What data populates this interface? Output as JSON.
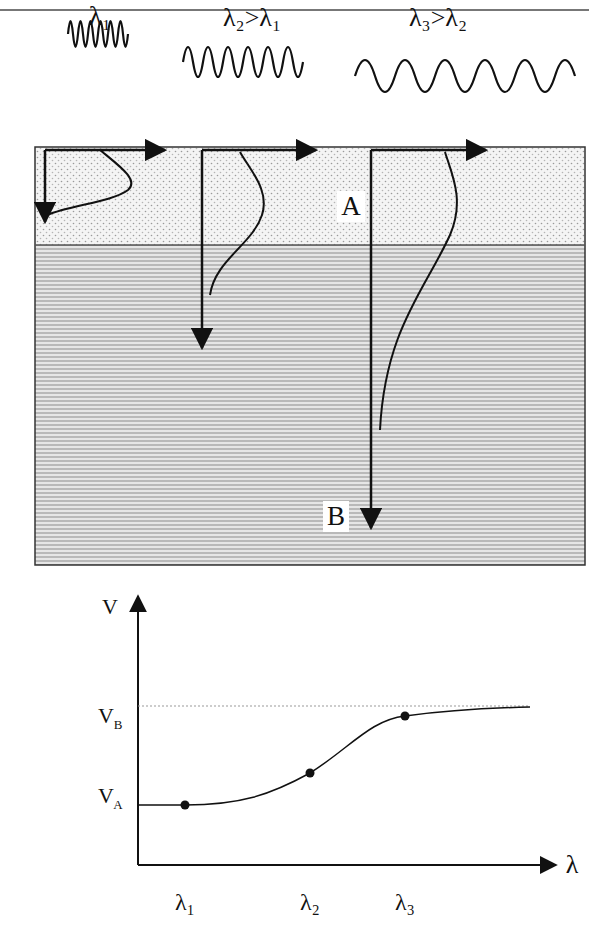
{
  "diagram": {
    "labels": [
      "λ₁",
      "λ₂>λ₁",
      "λ₃>λ₂",
      "A",
      "B",
      "V",
      "V",
      "B",
      "V",
      "A",
      "λ₁",
      "λ₂",
      "λ₃",
      "λ"
    ]
  }
}
